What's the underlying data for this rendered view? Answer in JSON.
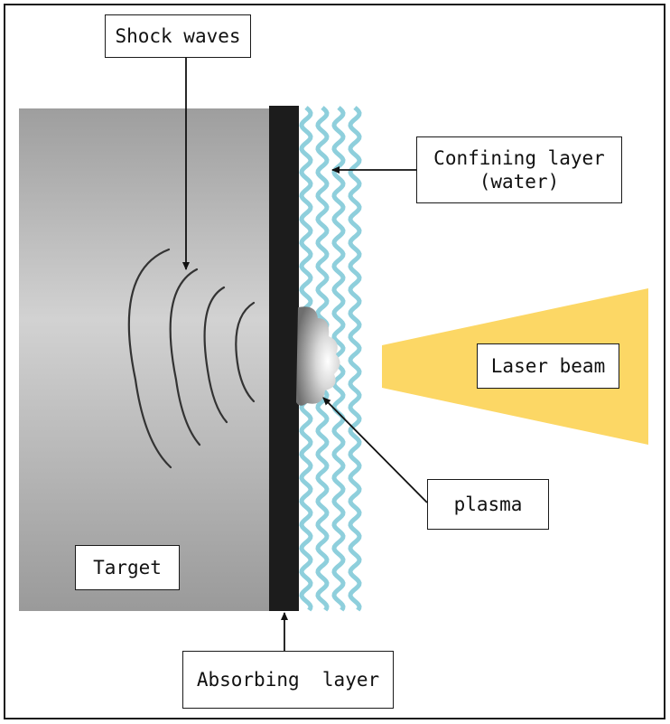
{
  "labels": {
    "shock_waves": "Shock waves",
    "confining_line1": "Confining layer",
    "confining_line2": "(water)",
    "laser_beam": "Laser beam",
    "plasma": "plasma",
    "target": "Target",
    "absorbing_layer": "Absorbing  layer"
  },
  "colors": {
    "target_gradient": [
      "#9e9e9e",
      "#d2d2d2",
      "#9a9a9a"
    ],
    "absorbing_layer": "#1c1c1c",
    "water_waves": "#8ecfdc",
    "laser_beam": "#fcd765",
    "plasma_core": "#ffffff",
    "plasma_edge": "#6e6e6e",
    "frame": "#1a1a1a"
  },
  "icons": {
    "arrow": "arrow-icon"
  }
}
